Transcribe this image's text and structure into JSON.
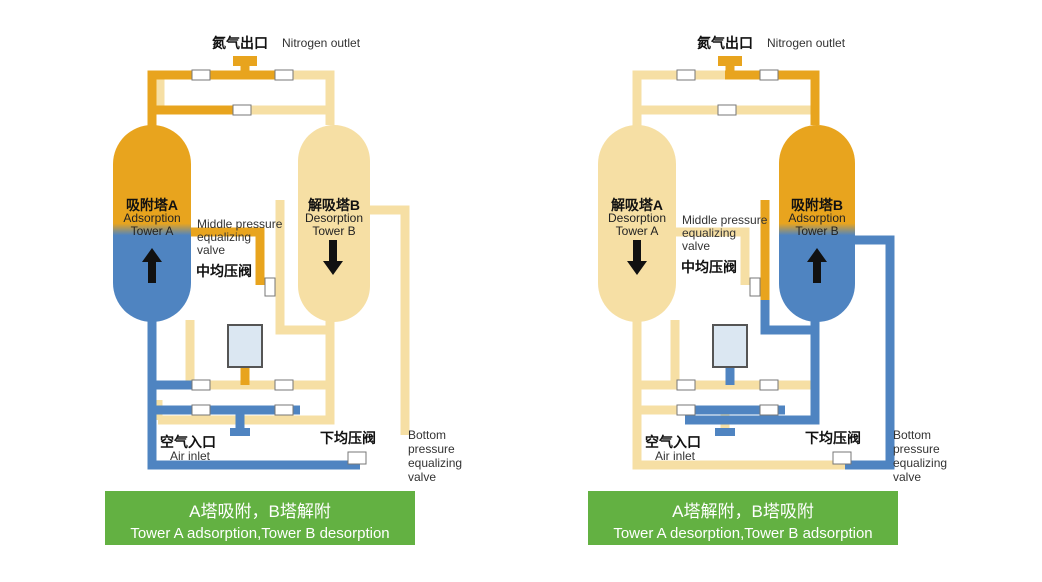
{
  "colors": {
    "active_gas": "#e8a41e",
    "passive_pipe": "#f6dfa4",
    "air_flow": "#4f84c1",
    "banner": "#63b142"
  },
  "panels": [
    {
      "nitrogen_outlet_cn": "氮气出口",
      "nitrogen_outlet_en": "Nitrogen outlet",
      "tower_left_cn": "吸附塔A",
      "tower_left_en": "Adsorption\nTower A",
      "tower_right_cn": "解吸塔B",
      "tower_right_en": "Desorption\nTower B",
      "middle_valve_en": "Middle pressure\nequalizing\nvalve",
      "middle_valve_cn": "中均压阀",
      "air_inlet_cn": "空气入口",
      "air_inlet_en": "Air inlet",
      "bottom_valve_cn": "下均压阀",
      "bottom_valve_en": "Bottom pressure\nequalizing valve",
      "caption_cn": "A塔吸附，B塔解附",
      "caption_en": "Tower A adsorption,Tower B desorption",
      "left_tower_arrow": "up-arrow-icon",
      "right_tower_arrow": "down-arrow-icon"
    },
    {
      "nitrogen_outlet_cn": "氮气出口",
      "nitrogen_outlet_en": "Nitrogen outlet",
      "tower_left_cn": "解吸塔A",
      "tower_left_en": "Desorption\nTower A",
      "tower_right_cn": "吸附塔B",
      "tower_right_en": "Adsorption\nTower B",
      "middle_valve_en": "Middle pressure\nequalizing\nvalve",
      "middle_valve_cn": "中均压阀",
      "air_inlet_cn": "空气入口",
      "air_inlet_en": "Air inlet",
      "bottom_valve_cn": "下均压阀",
      "bottom_valve_en": "Bottom pressure\nequalizing valve",
      "caption_cn": "A塔解附，B塔吸附",
      "caption_en": "Tower A desorption,Tower B adsorption",
      "left_tower_arrow": "down-arrow-icon",
      "right_tower_arrow": "up-arrow-icon"
    }
  ]
}
